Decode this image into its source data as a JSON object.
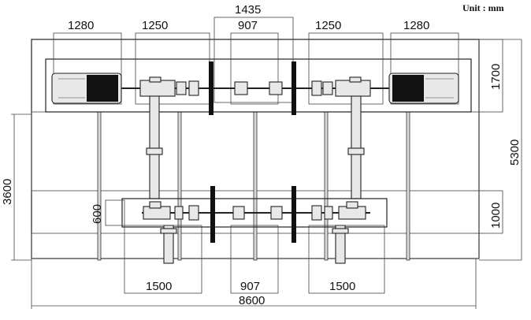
{
  "unit_label": "Unit : mm",
  "dimensions": {
    "top_motor_left": "1280",
    "top_gearbox_left": "1250",
    "top_center_span": "1435",
    "top_center": "907",
    "top_gearbox_right": "1250",
    "top_motor_right": "1280",
    "right_upper": "1700",
    "right_total": "5300",
    "right_lower": "1000",
    "left_height": "3600",
    "left_inner": "600",
    "bottom_left": "1500",
    "bottom_center": "907",
    "bottom_right": "1500",
    "bottom_total": "8600"
  },
  "colors": {
    "line": "#222222",
    "part_fill": "#e8e8e8",
    "disc": "#111111"
  }
}
